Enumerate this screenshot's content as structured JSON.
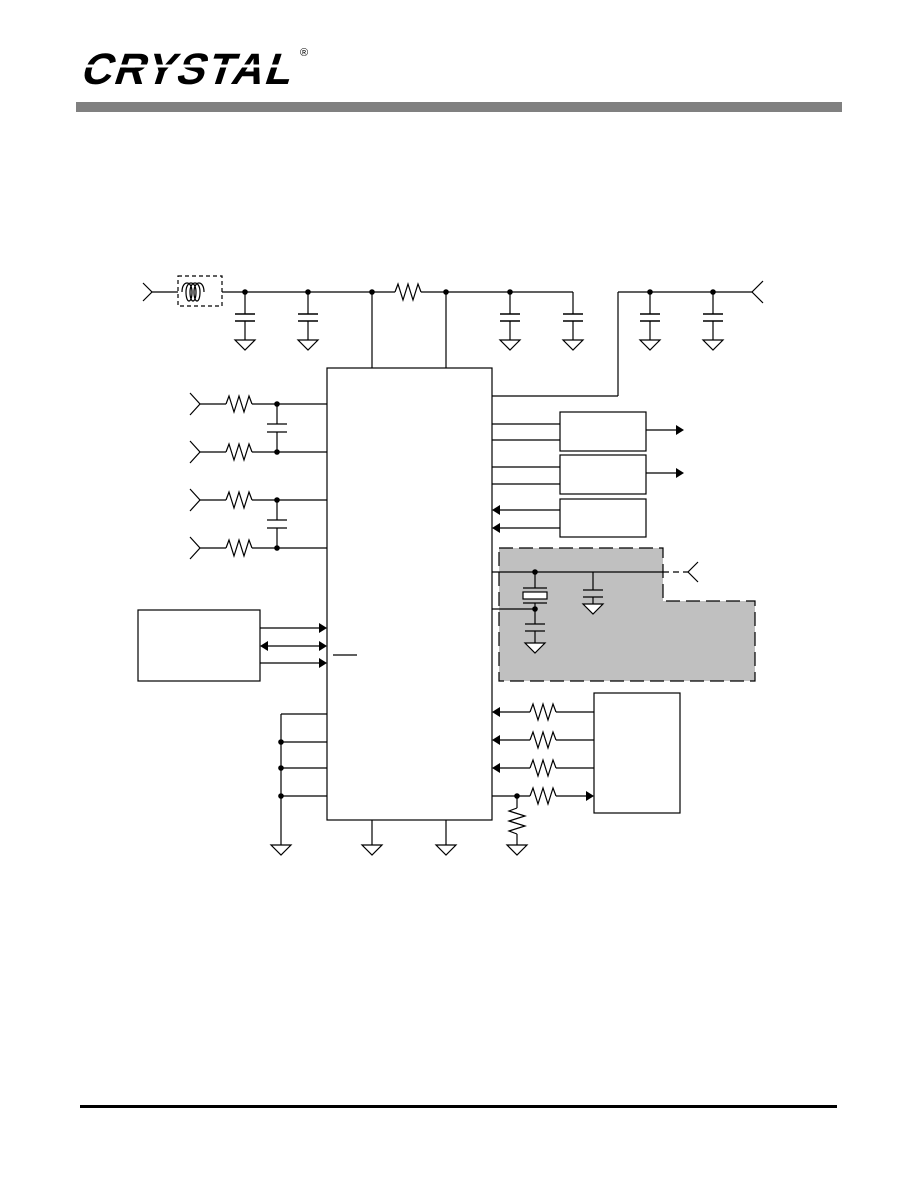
{
  "brand": {
    "name": "CRYSTAL",
    "registered_mark": "®",
    "logo_color": "#000000"
  },
  "header": {
    "rule_color": "#808080"
  },
  "schematic": {
    "line_color": "#000000",
    "shaded_region_color": "#c0c0c0",
    "components": [
      "ferrite-bead",
      "resistor",
      "capacitor",
      "ground-symbol",
      "crystal",
      "ic-package",
      "pull-down-resistor",
      "arrow-output",
      "arrow-input"
    ]
  },
  "footer": {
    "rule_color": "#000000"
  }
}
